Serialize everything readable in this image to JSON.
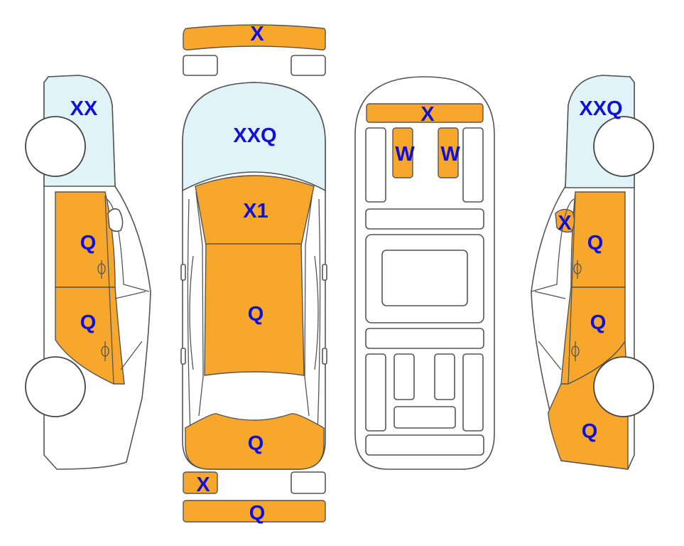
{
  "colors": {
    "damage_fill": "#f7a82c",
    "glass_fill": "#dff3f8",
    "label_color": "#1010d8",
    "outline": "#555555"
  },
  "labels": {
    "front_bumper": "X",
    "left_glass": "XX",
    "left_front_door": "Q",
    "left_rear_door": "Q",
    "top_windshield": "XXQ",
    "hood": "X1",
    "roof": "Q",
    "trunk": "Q",
    "rear_small_left": "X",
    "rear_bumper": "Q",
    "interior_dash": "X",
    "seat_left": "W",
    "seat_right": "W",
    "right_glass": "XXQ",
    "right_mirror": "X",
    "right_front_door": "Q",
    "right_rear_door": "Q",
    "right_rear_quarter": "Q"
  }
}
